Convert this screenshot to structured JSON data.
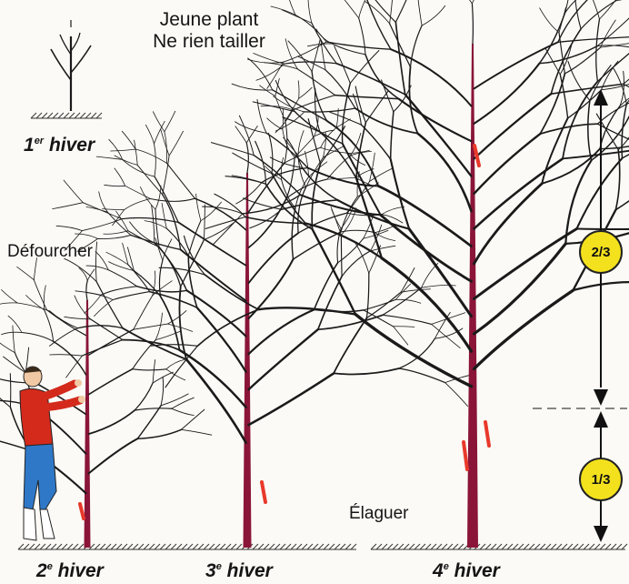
{
  "stages": [
    {
      "num": "1",
      "sup": "er",
      "word": "hiver",
      "note_lines": [
        "Jeune plant",
        "Ne rien tailler"
      ]
    },
    {
      "num": "2",
      "sup": "e",
      "word": "hiver",
      "action": "Défourcher"
    },
    {
      "num": "3",
      "sup": "e",
      "word": "hiver"
    },
    {
      "num": "4",
      "sup": "e",
      "word": "hiver",
      "action": "Élaguer"
    }
  ],
  "proportions": {
    "upper": "2/3",
    "lower": "1/3"
  },
  "colors": {
    "trunk": "#8a1538",
    "branch": "#1a1a1a",
    "cut_mark": "#e8392b",
    "badge": "#f3e11d",
    "shirt": "#d42a1c",
    "trousers": "#2f78c8"
  }
}
